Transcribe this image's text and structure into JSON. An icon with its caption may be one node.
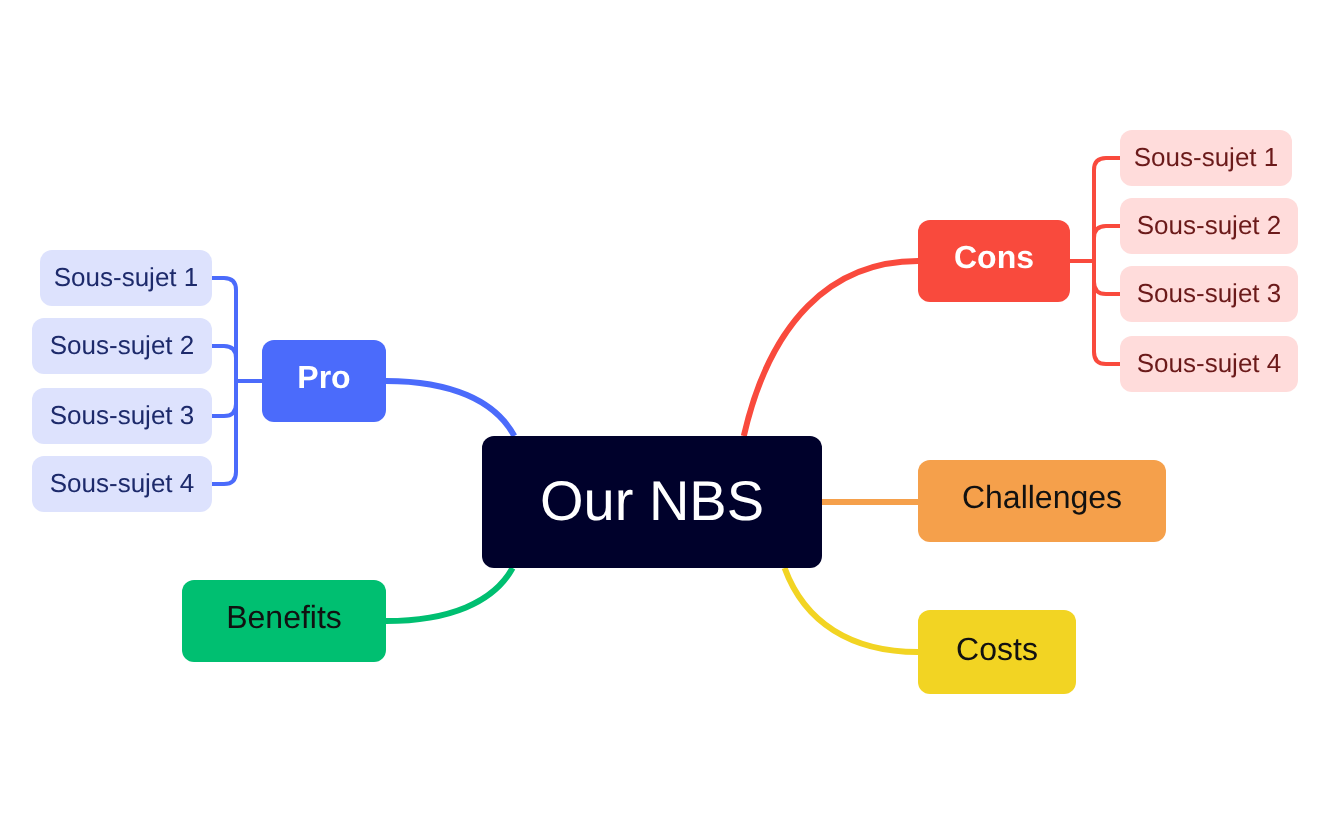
{
  "diagram": {
    "nodes": [
      {
        "text": [
          "Our NBS"
        ]
      },
      {
        "text": [
          "Pro"
        ]
      },
      {
        "text": [
          "Sous-sujet 1"
        ]
      },
      {
        "text": [
          "Sous-sujet 2"
        ]
      },
      {
        "text": [
          "Sous-sujet 3"
        ]
      },
      {
        "text": [
          "Sous-sujet 4"
        ]
      },
      {
        "text": [
          "Benefits"
        ]
      },
      {
        "text": [
          "Cons"
        ]
      },
      {
        "text": [
          "Sous-sujet 1"
        ]
      },
      {
        "text": [
          "Sous-sujet 2"
        ]
      },
      {
        "text": [
          "Sous-sujet 3"
        ]
      },
      {
        "text": [
          "Sous-sujet 4"
        ]
      },
      {
        "text": [
          "Challenges"
        ]
      },
      {
        "text": [
          "Costs"
        ]
      }
    ],
    "edges": [
      {
        "from": 0,
        "to": 1,
        "arrow": "none",
        "color": "#4b6bfb"
      },
      {
        "from": 1,
        "to": 2,
        "arrow": "none",
        "color": "#4b6bfb"
      },
      {
        "from": 1,
        "to": 3,
        "arrow": "none",
        "color": "#4b6bfb"
      },
      {
        "from": 1,
        "to": 4,
        "arrow": "none",
        "color": "#4b6bfb"
      },
      {
        "from": 1,
        "to": 5,
        "arrow": "none",
        "color": "#4b6bfb"
      },
      {
        "from": 0,
        "to": 6,
        "arrow": "none",
        "color": "#00bf71"
      },
      {
        "from": 0,
        "to": 7,
        "arrow": "none",
        "color": "#f94a3d"
      },
      {
        "from": 7,
        "to": 8,
        "arrow": "none",
        "color": "#f94a3d"
      },
      {
        "from": 7,
        "to": 9,
        "arrow": "none",
        "color": "#f94a3d"
      },
      {
        "from": 7,
        "to": 10,
        "arrow": "none",
        "color": "#f94a3d"
      },
      {
        "from": 7,
        "to": 11,
        "arrow": "none",
        "color": "#f94a3d"
      },
      {
        "from": 0,
        "to": 12,
        "arrow": "none",
        "color": "#f5a04b"
      },
      {
        "from": 0,
        "to": 13,
        "arrow": "none",
        "color": "#f2d423"
      }
    ]
  }
}
